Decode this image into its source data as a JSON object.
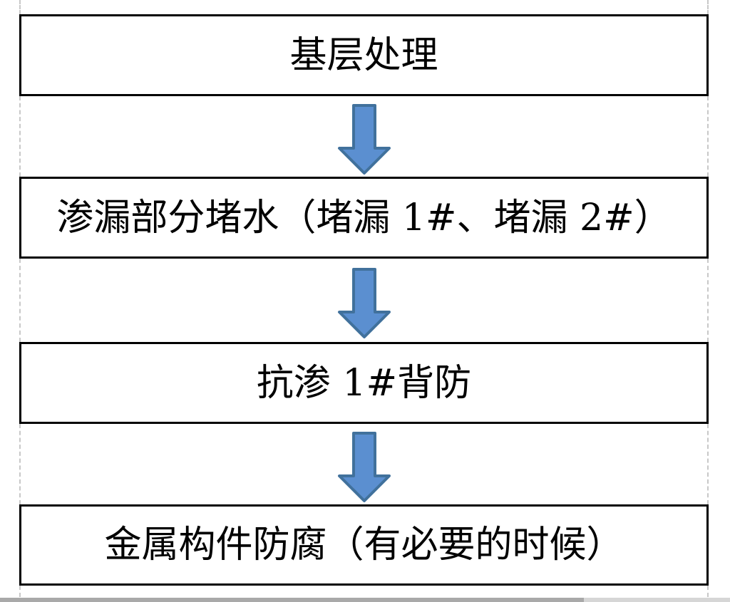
{
  "flowchart": {
    "type": "vertical-process-flow",
    "steps": [
      {
        "label": "基层处理"
      },
      {
        "label": "渗漏部分堵水（堵漏 1#、堵漏 2#）"
      },
      {
        "label": "抗渗 1#背防"
      },
      {
        "label": "金属构件防腐（有必要的时候）"
      }
    ],
    "connector": "down-block-arrow",
    "colors": {
      "box_border": "#000000",
      "box_fill": "#ffffff",
      "text": "#000000",
      "arrow_fill": "#5b8fd0",
      "arrow_border": "#41719c",
      "gridline_dashed": "#c8c8c8",
      "scrollbar_track": "#d6d6d6",
      "scrollbar_thumb": "#a9a9a9"
    }
  }
}
